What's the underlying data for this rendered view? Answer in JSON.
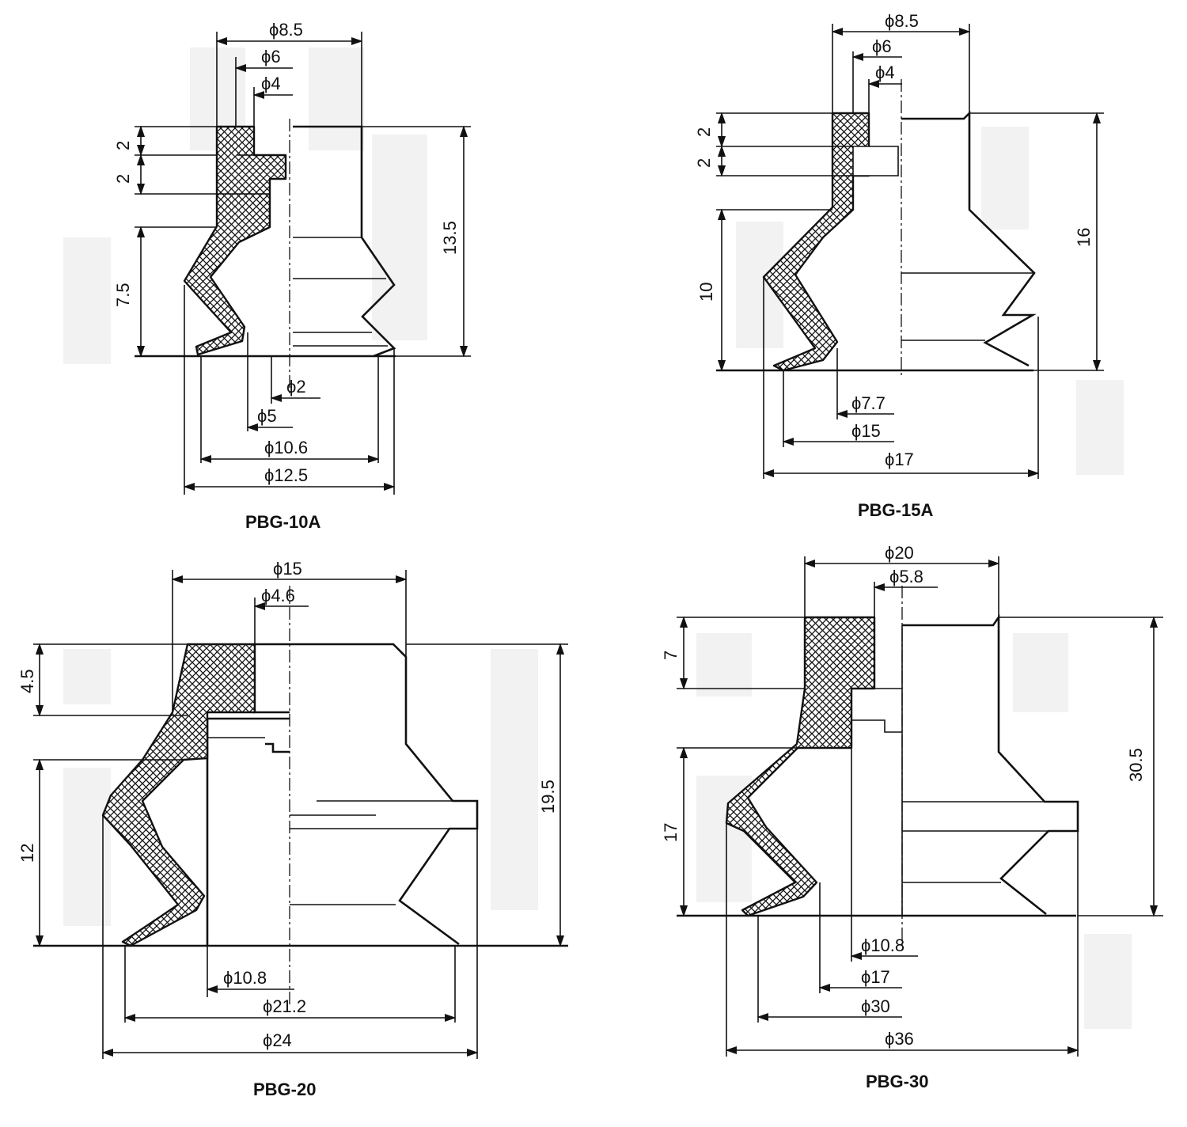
{
  "parts": [
    {
      "name": "PBG-10A",
      "diameters": [
        "ϕ8.5",
        "ϕ6",
        "ϕ4",
        "ϕ2",
        "ϕ5",
        "ϕ10.6",
        "ϕ12.5"
      ],
      "heights": [
        "2",
        "2",
        "7.5",
        "13.5"
      ]
    },
    {
      "name": "PBG-15A",
      "diameters": [
        "ϕ8.5",
        "ϕ6",
        "ϕ4",
        "ϕ7.7",
        "ϕ15",
        "ϕ17"
      ],
      "heights": [
        "2",
        "2",
        "10",
        "16"
      ]
    },
    {
      "name": "PBG-20",
      "diameters": [
        "ϕ15",
        "ϕ4.6",
        "ϕ10.8",
        "ϕ21.2",
        "ϕ24"
      ],
      "heights": [
        "4.5",
        "12",
        "19.5"
      ]
    },
    {
      "name": "PBG-30",
      "diameters": [
        "ϕ20",
        "ϕ5.8",
        "ϕ10.8",
        "ϕ17",
        "ϕ30",
        "ϕ36"
      ],
      "heights": [
        "7",
        "17",
        "30.5"
      ]
    }
  ]
}
